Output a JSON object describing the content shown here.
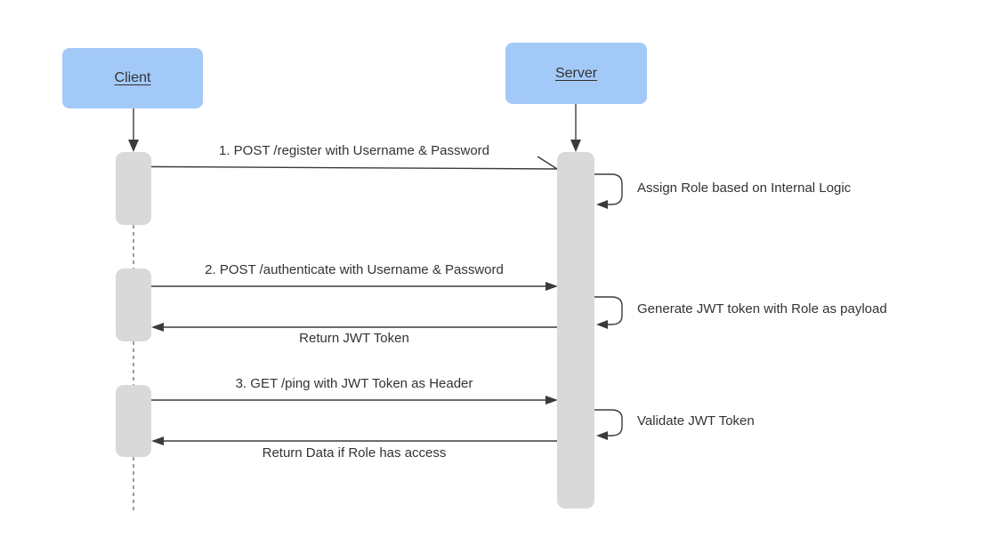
{
  "actors": [
    {
      "label": "Client"
    },
    {
      "label": "Server"
    }
  ],
  "messages": [
    {
      "label": "1. POST /register with Username & Password",
      "type": "message",
      "from": "Client",
      "to": "Server"
    },
    {
      "label": "Assign Role based on Internal Logic",
      "type": "self-message",
      "from": "Server",
      "to": "Server"
    },
    {
      "label": "2. POST /authenticate with Username & Password",
      "type": "message",
      "from": "Client",
      "to": "Server"
    },
    {
      "label": "Generate JWT token with Role as payload",
      "type": "self-message",
      "from": "Server",
      "to": "Server"
    },
    {
      "label": "Return JWT Token",
      "type": "return",
      "from": "Server",
      "to": "Client"
    },
    {
      "label": "3. GET /ping with JWT Token as Header",
      "type": "message",
      "from": "Client",
      "to": "Server"
    },
    {
      "label": "Validate JWT Token",
      "type": "self-message",
      "from": "Server",
      "to": "Server"
    },
    {
      "label": "Return Data if Role has access",
      "type": "return",
      "from": "Server",
      "to": "Client"
    }
  ],
  "colors": {
    "actor_fill": "#a3c9f8",
    "activation_fill": "#d9d9d9",
    "line": "#3b3b3b",
    "text": "#333333",
    "lifeline": "#595959",
    "background": "#ffffff"
  }
}
